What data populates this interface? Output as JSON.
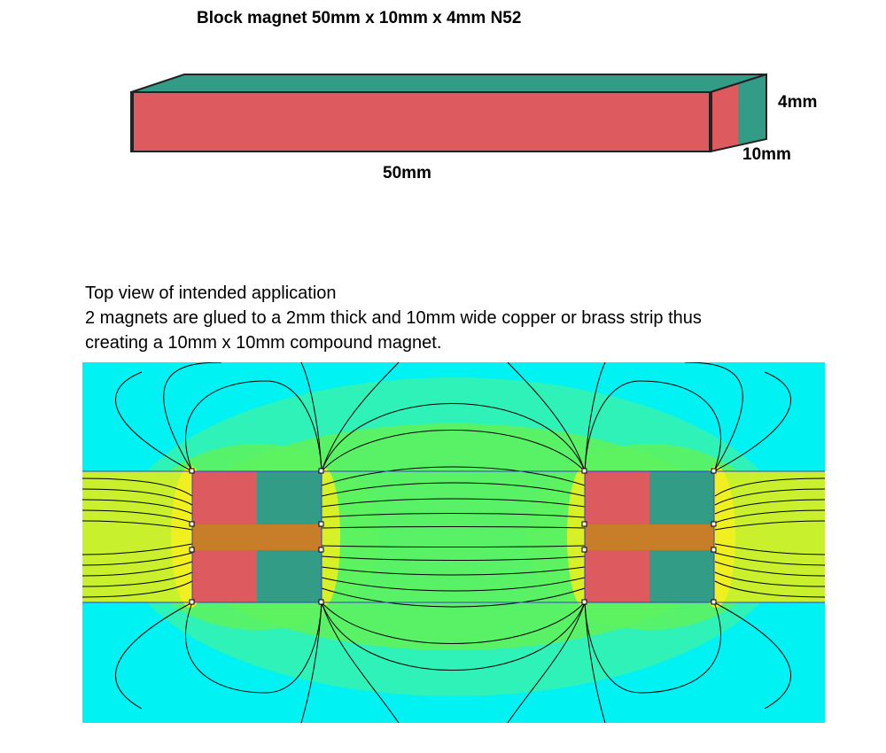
{
  "title": "Block magnet 50mm x 10mm x 4mm N52",
  "dimensions": {
    "height": "4mm",
    "width": "10mm",
    "length": "50mm"
  },
  "description": {
    "line1": "Top view of intended application",
    "line2": "2 magnets are glued to a 2mm thick and 10mm wide copper or brass strip thus",
    "line3": "creating a 10mm x 10mm compound magnet."
  },
  "colors": {
    "north_pole": "#dd5b5e",
    "south_pole": "#329c87",
    "copper_strip": "#c87d28",
    "field_strong": "#f0f020",
    "field_mid": "#5ef25e",
    "field_weak": "#2ef2b8",
    "field_background": "#00f2f2"
  }
}
